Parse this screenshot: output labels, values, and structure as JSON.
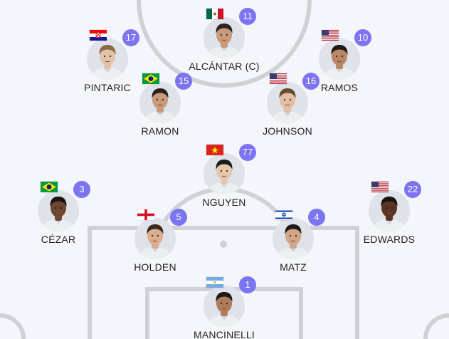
{
  "players": [
    {
      "id": "alcantar",
      "name": "ALCÁNTAR (C)",
      "number": "11",
      "flag": "mexico-flag",
      "skin": "#c79a7a",
      "hair": "#2b2320",
      "shirt": "#eceef2"
    },
    {
      "id": "pintaric",
      "name": "PINTARIC",
      "number": "17",
      "flag": "croatia-flag",
      "skin": "#e4c2a8",
      "hair": "#8a6a4a",
      "shirt": "#eceef2"
    },
    {
      "id": "ramos",
      "name": "RAMOS",
      "number": "10",
      "flag": "usa-flag",
      "skin": "#b98766",
      "hair": "#1f1a18",
      "shirt": "#eceef2"
    },
    {
      "id": "ramon",
      "name": "RAMON",
      "number": "15",
      "flag": "brazil-flag",
      "skin": "#c99b7c",
      "hair": "#2a2220",
      "shirt": "#eceef2"
    },
    {
      "id": "johnson",
      "name": "JOHNSON",
      "number": "16",
      "flag": "usa-flag",
      "skin": "#e2bfa4",
      "hair": "#6b4a32",
      "shirt": "#eceef2"
    },
    {
      "id": "nguyen",
      "name": "NGUYEN",
      "number": "77",
      "flag": "vietnam-flag",
      "skin": "#e6c7ab",
      "hair": "#1c1a1a",
      "shirt": "#eceef2"
    },
    {
      "id": "cezar",
      "name": "CÉZAR",
      "number": "3",
      "flag": "brazil-flag",
      "skin": "#6e4631",
      "hair": "#1a1414",
      "shirt": "#eceef2"
    },
    {
      "id": "edwards",
      "name": "EDWARDS",
      "number": "22",
      "flag": "usa-flag",
      "skin": "#5a3526",
      "hair": "#161212",
      "shirt": "#eceef2"
    },
    {
      "id": "holden",
      "name": "HOLDEN",
      "number": "5",
      "flag": "england-flag",
      "skin": "#d9ad8e",
      "hair": "#3a2a20",
      "shirt": "#eceef2"
    },
    {
      "id": "matz",
      "name": "MATZ",
      "number": "4",
      "flag": "israel-flag",
      "skin": "#d1a587",
      "hair": "#1f1916",
      "shirt": "#eceef2"
    },
    {
      "id": "mancinelli",
      "name": "MANCINELLI",
      "number": "1",
      "flag": "argentina-flag",
      "skin": "#b07b5b",
      "hair": "#1c1614",
      "shirt": "#eceef2"
    }
  ],
  "colors": {
    "background": "#f4f6fb",
    "pitch_lines": "#cfd1d6",
    "badge": "#7c74f0",
    "name_text": "#222222"
  }
}
